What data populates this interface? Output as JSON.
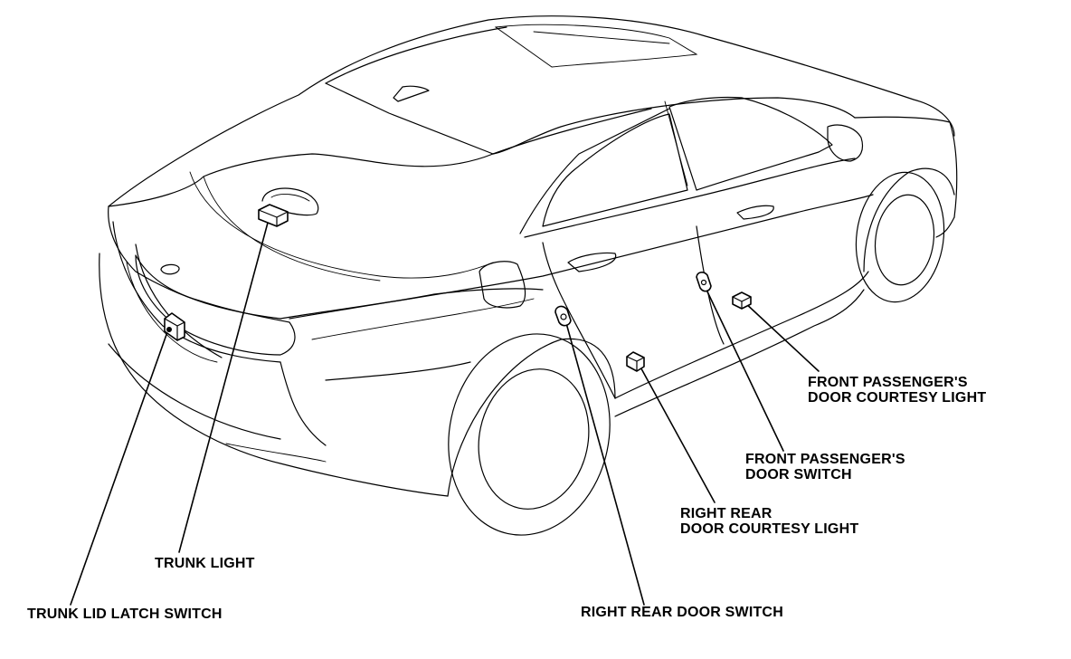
{
  "diagram": {
    "labels": {
      "trunk_light": "TRUNK LIGHT",
      "trunk_lid_latch_switch": "TRUNK LID LATCH SWITCH",
      "right_rear_door_switch": "RIGHT REAR DOOR SWITCH",
      "right_rear_door_courtesy_light": [
        "RIGHT REAR",
        "DOOR COURTESY LIGHT"
      ],
      "front_passenger_door_switch": [
        "FRONT PASSENGER'S",
        "DOOR SWITCH"
      ],
      "front_passenger_door_courtesy_light": [
        "FRONT PASSENGER'S",
        "DOOR COURTESY LIGHT"
      ]
    }
  }
}
